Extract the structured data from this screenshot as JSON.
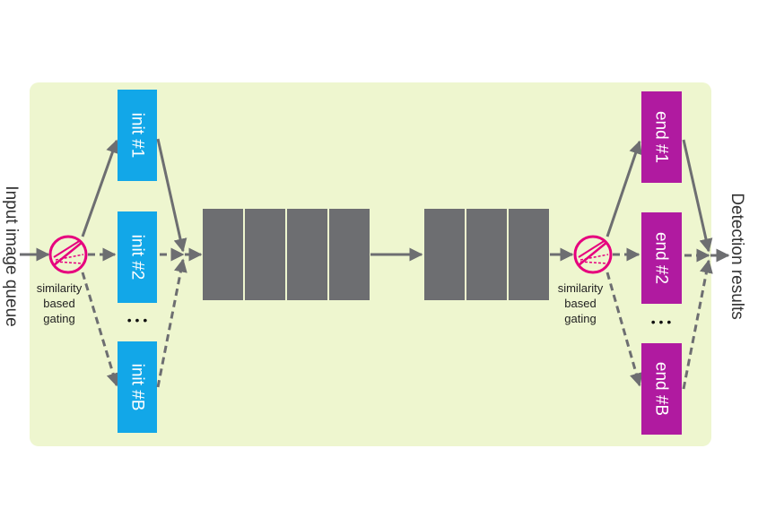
{
  "input_label": "Input image queue",
  "output_label": "Detection results",
  "gate_left": {
    "line1": "similarity",
    "line2": "based",
    "line3": "gating"
  },
  "gate_right": {
    "line1": "similarity",
    "line2": "based",
    "line3": "gating"
  },
  "init_blocks": [
    "init #1",
    "init #2",
    "init #B"
  ],
  "end_blocks": [
    "end #1",
    "end #2",
    "end #B"
  ],
  "ellipsis": "• • •",
  "colors": {
    "panel": "#eef6cf",
    "init": "#12a7e8",
    "end": "#b01aa0",
    "layer": "#6d6e71",
    "arrow": "#6d6e71",
    "gate": "#e6007e"
  }
}
